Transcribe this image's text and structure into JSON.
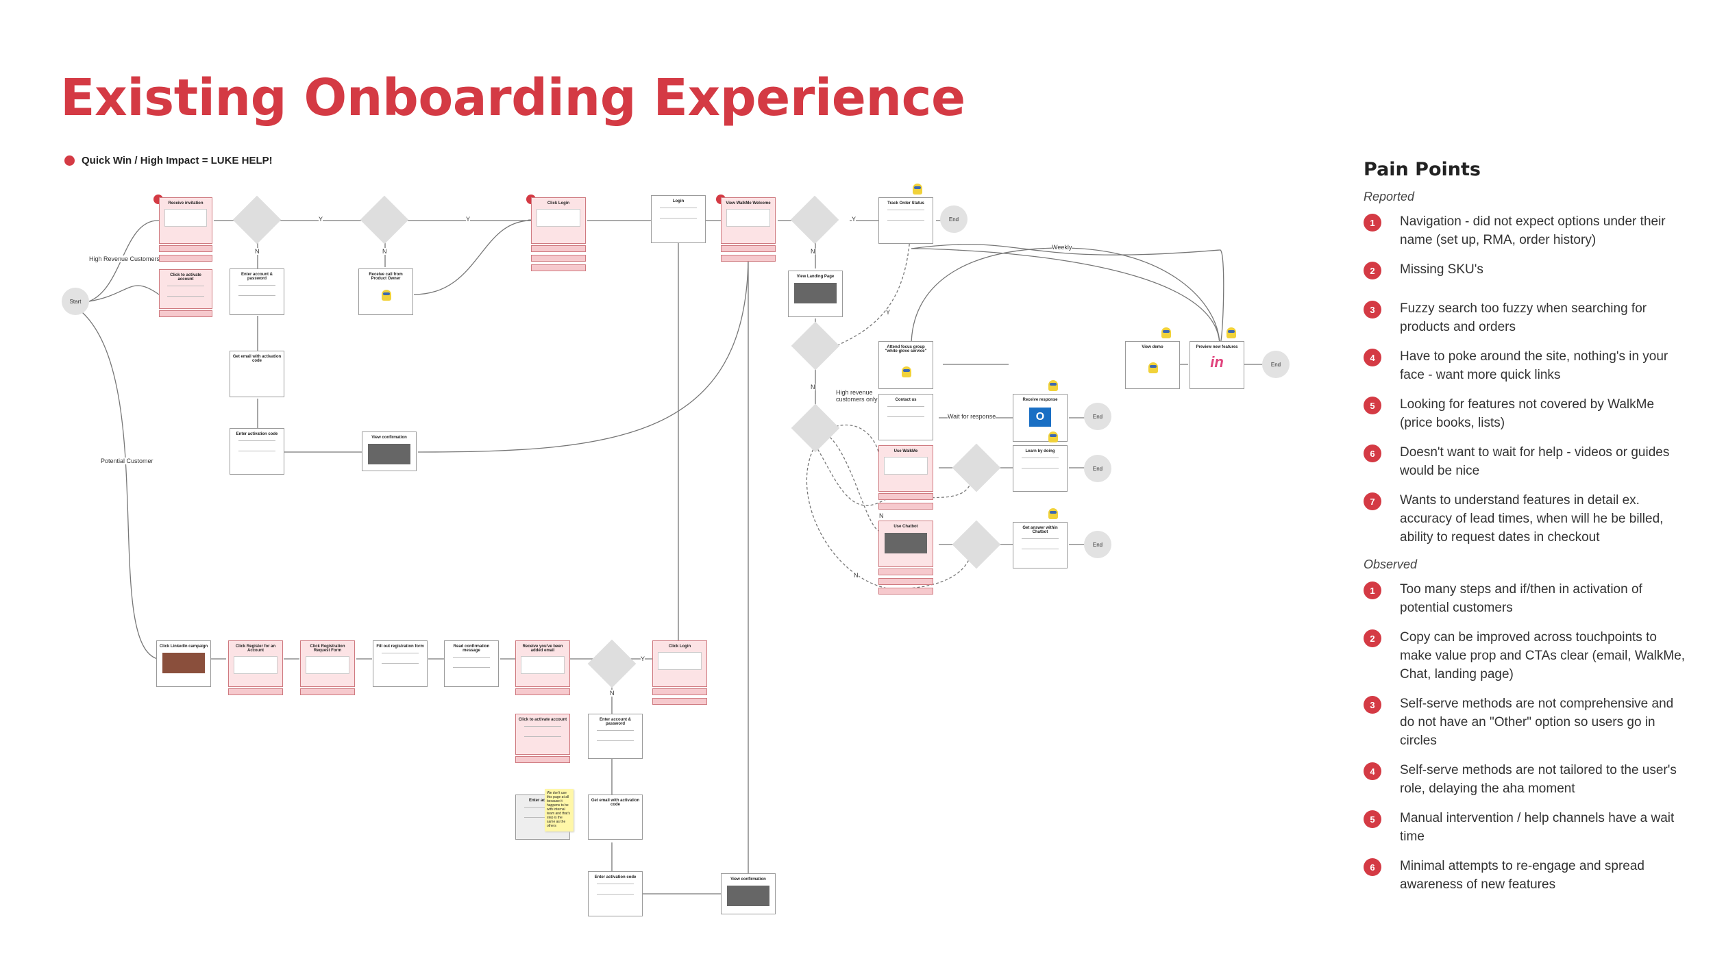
{
  "title": "Existing Onboarding Experience",
  "legend": {
    "label": "Quick Win / High Impact  = LUKE HELP!",
    "color": "#d43a44"
  },
  "flow": {
    "start": "Start",
    "edges": {
      "high_revenue": "High Revenue Customers",
      "potential": "Potential Customer",
      "weekly": "Weekly",
      "wait": "Wait for response",
      "high_revenue_only": "High revenue customers only",
      "y": "Y",
      "n": "N"
    },
    "cards": {
      "receive_invitation": "Receive invitation",
      "click_activate": "Click to activate account",
      "enter_account": "Enter account & password",
      "receive_call": "Receive call from Product Owner",
      "get_email": "Get email with activation code",
      "enter_code": "Enter activation code",
      "view_confirmation": "View confirmation",
      "click_login": "Click Login",
      "login": "Login",
      "view_walkme": "View WalkMe Welcome",
      "track_order": "Track Order Status",
      "view_landing": "View Landing Page",
      "attend_focus": "Attend focus group \"white glove service\"",
      "contact_us": "Contact us",
      "use_walkme": "Use WalkMe",
      "use_chatbot": "Use Chatbot",
      "receive_response": "Receive response",
      "learn_doing": "Learn by doing",
      "get_answer": "Get answer within Chatbot",
      "view_demo": "View demo",
      "preview_features": "Preview new features",
      "click_linkedin": "Click LinkedIn campaign",
      "click_register": "Click Register for an Account",
      "click_reg_request": "Click Registration Request Form",
      "fill_out": "Fill out registration form",
      "read_confirm": "Read confirmation message",
      "receive_added": "Receive you've been added email",
      "click_login2": "Click Login",
      "click_activate2": "Click to activate account",
      "enter_account2": "Enter account & password",
      "enter_account3": "Enter account",
      "get_email2": "Get email with activation code",
      "enter_code2": "Enter activation code",
      "view_confirmation2": "View confirmation"
    },
    "end": "End",
    "invision": "in",
    "sticky": "We don't use this page at all because it happens to be with internal team and that's step is the same as the others"
  },
  "pain_points": {
    "title": "Pain Points",
    "reported_label": "Reported",
    "reported": [
      "Navigation - did not expect options under their name (set up, RMA, order history)",
      "Missing SKU's",
      "Fuzzy search too fuzzy when searching for products and orders",
      "Have to poke around the site, nothing's in your face - want more quick links",
      "Looking for features not covered by WalkMe (price books, lists)",
      "Doesn't want to wait for help - videos or guides would be nice",
      "Wants to understand features in detail ex. accuracy of lead times, when will he be billed, ability to request dates in checkout"
    ],
    "observed_label": "Observed",
    "observed": [
      "Too many steps and if/then in activation of potential customers",
      "Copy can be improved across touchpoints to make value prop and CTAs clear (email, WalkMe, Chat, landing page)",
      "Self-serve methods are not comprehensive and do not have an \"Other\" option so users go in circles",
      "Self-serve methods are not tailored to the user's role, delaying the aha moment",
      "Manual intervention / help channels have a wait time",
      "Minimal attempts to re-engage and spread awareness of new features"
    ]
  }
}
